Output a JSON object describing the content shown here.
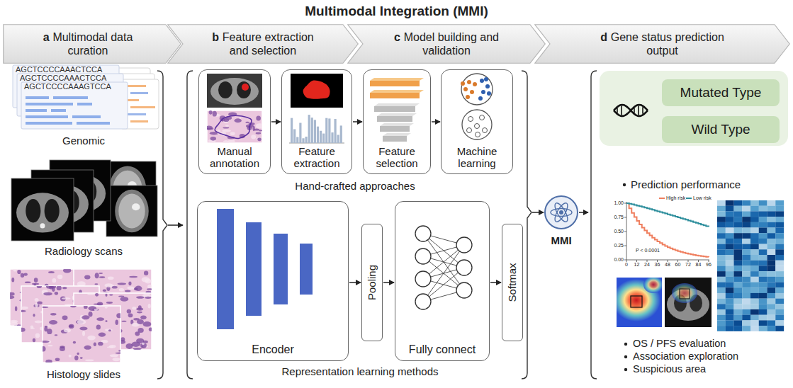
{
  "diagram": {
    "title": "Multimodal Integration (MMI)",
    "nodes": [
      {
        "text": [
          "a",
          "Multimodal data curation"
        ]
      },
      {
        "text": [
          "b",
          "Feature extraction and selection"
        ]
      },
      {
        "text": [
          "c",
          "Model building and validation"
        ]
      },
      {
        "text": [
          "d",
          "Gene status prediction output"
        ]
      },
      {
        "text": [
          "Manual annotation"
        ]
      },
      {
        "text": [
          "Feature extraction"
        ]
      },
      {
        "text": [
          "Feature selection"
        ]
      },
      {
        "text": [
          "Machine learning"
        ]
      },
      {
        "text": [
          "Encoder"
        ]
      },
      {
        "text": [
          "Pooling"
        ]
      },
      {
        "text": [
          "Fully connect"
        ]
      },
      {
        "text": [
          "Softmax"
        ]
      },
      {
        "text": [
          "MMI"
        ]
      },
      {
        "text": [
          "Mutated Type"
        ]
      },
      {
        "text": [
          "Wild Type"
        ]
      }
    ],
    "edges": [
      {
        "from": 4,
        "to": 5,
        "arrow": "to"
      },
      {
        "from": 5,
        "to": 6,
        "arrow": "to"
      },
      {
        "from": 6,
        "to": 7,
        "arrow": "to"
      },
      {
        "from": 8,
        "to": 9,
        "arrow": "to"
      },
      {
        "from": 9,
        "to": 10,
        "arrow": "to"
      },
      {
        "from": 10,
        "to": 11,
        "arrow": "to"
      }
    ],
    "labels": [
      "AGCTCCCCAAACTCCA",
      "AGCTCCCCAAACTCCA",
      "AGCTCCCCAAAGTCCA",
      "Genomic",
      "Radiology scans",
      "Histology slides",
      "Hand-crafted approaches",
      "Representation learning methods",
      "Prediction performance",
      "1.00",
      "0.75",
      "0.50",
      "0.25",
      "0.00",
      "0",
      "12",
      "24",
      "36",
      "48",
      "60",
      "72",
      "84",
      "96",
      "P < 0.0001",
      "OS / PFS evaluation",
      "Association exploration",
      "Suspicious area"
    ],
    "legend": [
      {
        "text": "High risk",
        "color": "#ef7f5f"
      },
      {
        "text": "Low risk",
        "color": "#2f8f9d"
      }
    ]
  }
}
